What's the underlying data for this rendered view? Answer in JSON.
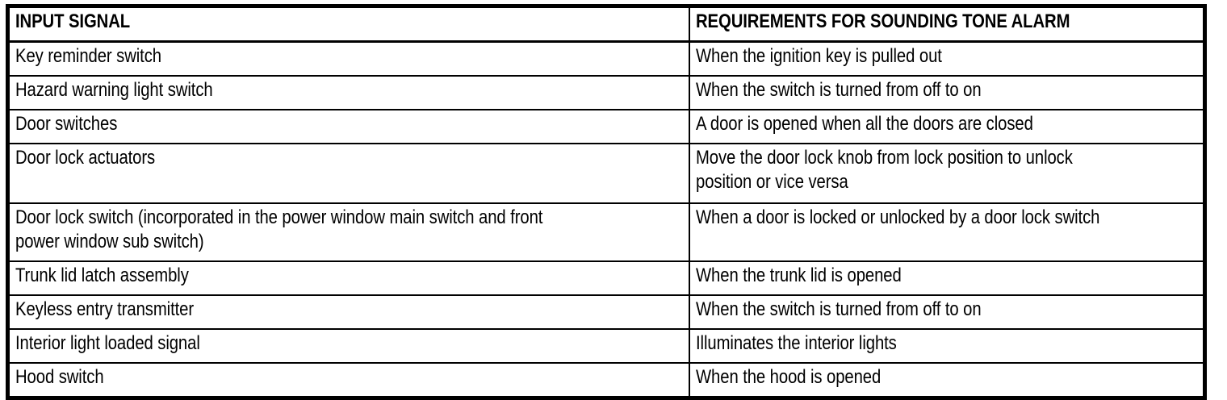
{
  "table": {
    "columns": [
      {
        "key": "input_signal",
        "header": "INPUT SIGNAL"
      },
      {
        "key": "requirements",
        "header": "REQUIREMENTS FOR SOUNDING TONE ALARM"
      }
    ],
    "rows": [
      {
        "input_signal": "Key reminder switch",
        "requirements": "When the ignition key is pulled out"
      },
      {
        "input_signal": "Hazard warning light switch",
        "requirements": "When the switch is turned from off to on"
      },
      {
        "input_signal": "Door switches",
        "requirements": "A door is opened when all the doors are closed"
      },
      {
        "input_signal": "Door lock actuators",
        "requirements": "Move the door lock knob from lock position to unlock\nposition or vice versa"
      },
      {
        "input_signal": "Door lock switch (incorporated in the power window main switch and front\npower window sub switch)",
        "requirements": "When a door is locked or unlocked by a door lock switch"
      },
      {
        "input_signal": "Trunk lid latch assembly",
        "requirements": "When the trunk lid is opened"
      },
      {
        "input_signal": "Keyless entry transmitter",
        "requirements": "When the switch is turned from off to on"
      },
      {
        "input_signal": "Interior light loaded signal",
        "requirements": "Illuminates the interior lights"
      },
      {
        "input_signal": "Hood switch",
        "requirements": "When the hood is opened"
      }
    ]
  },
  "style": {
    "text_color": "#000000",
    "background_color": "#ffffff",
    "border_color": "#000000"
  }
}
